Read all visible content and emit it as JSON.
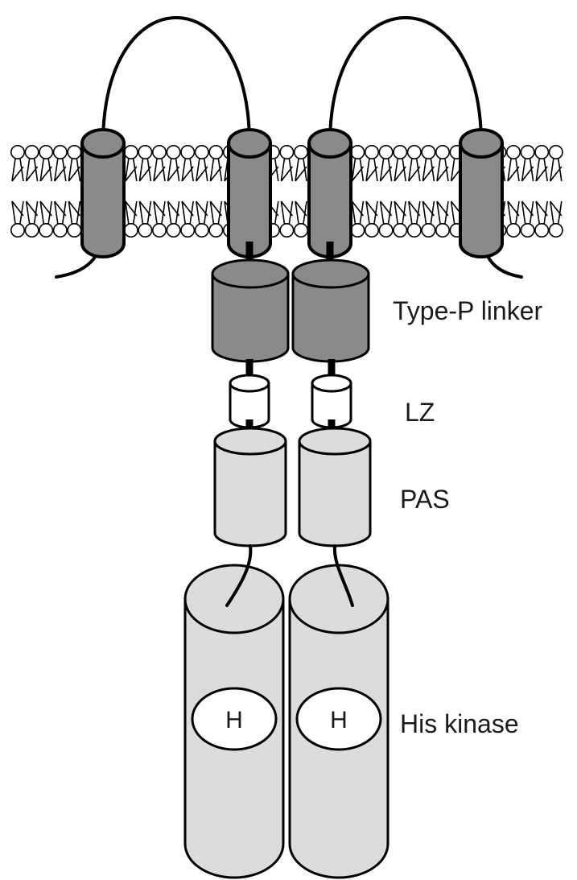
{
  "labels": {
    "linker": "Type-P linker",
    "lz": "LZ",
    "pas": "PAS",
    "kinase": "His kinase"
  },
  "his_residue": "H",
  "colors": {
    "tm_helix": "#8a8a8c",
    "linker": "#8a8a8c",
    "lz": "#ffffff",
    "pas": "#dcdcde",
    "kinase": "#dcdcde",
    "outline": "#000000"
  }
}
